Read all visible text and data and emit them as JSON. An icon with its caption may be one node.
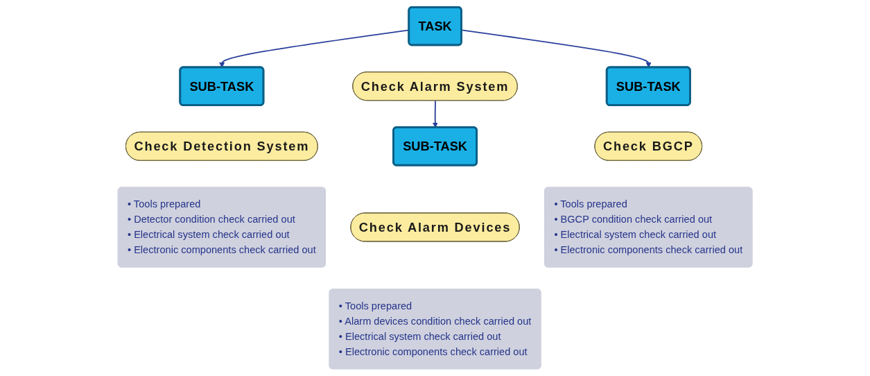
{
  "diagram": {
    "nodes": [
      {
        "text": [
          "TASK"
        ]
      },
      {
        "text": [
          "Check Alarm System"
        ]
      },
      {
        "text": [
          "SUB-TASK"
        ]
      },
      {
        "text": [
          "Check Detection System"
        ]
      },
      {
        "text": [
          "• Tools prepared",
          "• Detector condition check carried out",
          "• Electrical system check carried out",
          "• Electronic components check carried out"
        ]
      },
      {
        "text": [
          "SUB-TASK"
        ]
      },
      {
        "text": [
          "Check Alarm Devices"
        ]
      },
      {
        "text": [
          "• Tools prepared",
          "• Alarm devices condition check carried out",
          "• Electrical system check carried out",
          "• Electronic components check carried out"
        ]
      },
      {
        "text": [
          "SUB-TASK"
        ]
      },
      {
        "text": [
          "Check BGCP"
        ]
      },
      {
        "text": [
          "• Tools prepared",
          "• BGCP condition check carried out",
          "• Electrical system check carried out",
          "• Electronic components check carried out"
        ]
      }
    ],
    "edges": [
      {
        "from": 0,
        "to": 2,
        "arrow": "to"
      },
      {
        "from": 1,
        "to": 5,
        "arrow": "to"
      },
      {
        "from": 0,
        "to": 8,
        "arrow": "to"
      }
    ]
  }
}
